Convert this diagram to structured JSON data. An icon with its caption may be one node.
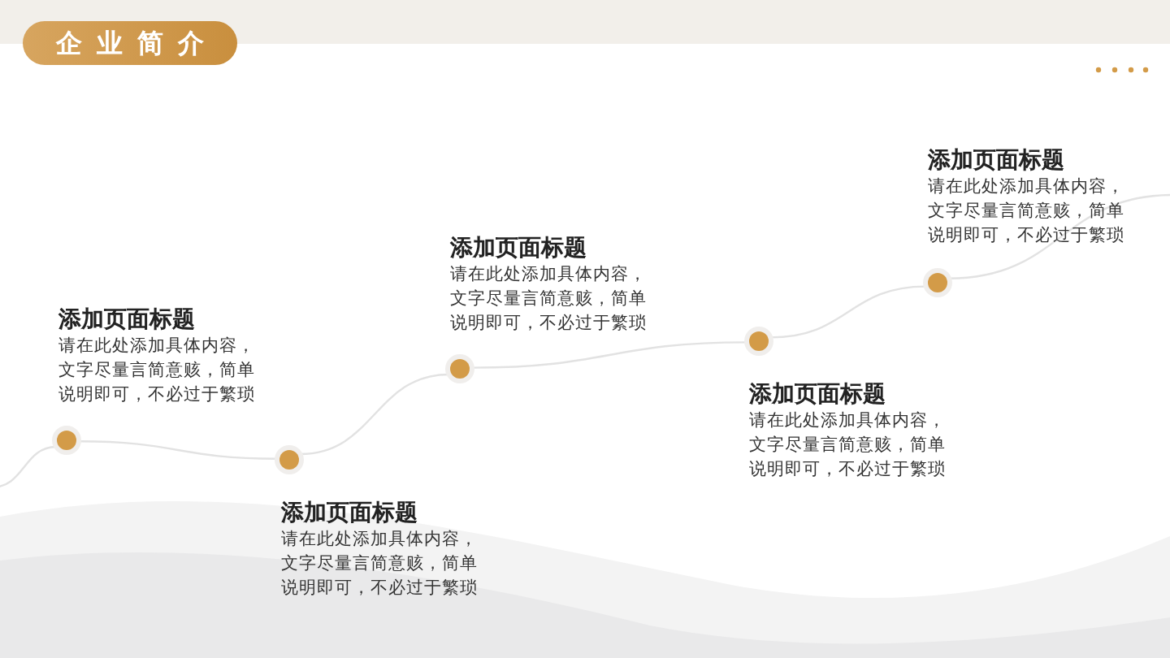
{
  "diagram": {
    "title": "企业简介",
    "nodes": [
      {
        "text": [],
        "shape": "circle",
        "beside": [
          "添加页面标题",
          "请在此处添加具体内容，文字尽量言简意赅，简单说明即可，不必过于繁琐"
        ]
      },
      {
        "text": [],
        "shape": "circle",
        "beside": [
          "添加页面标题",
          "请在此处添加具体内容，文字尽量言简意赅，简单说明即可，不必过于繁琐"
        ]
      },
      {
        "text": [],
        "shape": "circle",
        "beside": [
          "添加页面标题",
          "请在此处添加具体内容，文字尽量言简意赅，简单说明即可，不必过于繁琐"
        ]
      },
      {
        "text": [],
        "shape": "circle",
        "beside": [
          "添加页面标题",
          "请在此处添加具体内容，文字尽量言简意赅，简单说明即可，不必过于繁琐"
        ]
      },
      {
        "text": [],
        "shape": "circle",
        "beside": [
          "添加页面标题",
          "请在此处添加具体内容，文字尽量言简意赅，简单说明即可，不必过于繁琐"
        ]
      }
    ],
    "edges": [
      {
        "from": null,
        "to": 0,
        "arrow": "none"
      },
      {
        "from": 0,
        "to": 1,
        "arrow": "none"
      },
      {
        "from": 1,
        "to": 2,
        "arrow": "none"
      },
      {
        "from": 2,
        "to": 3,
        "arrow": "none"
      },
      {
        "from": 3,
        "to": 4,
        "arrow": "none"
      },
      {
        "from": 4,
        "to": null,
        "arrow": "none"
      }
    ]
  }
}
